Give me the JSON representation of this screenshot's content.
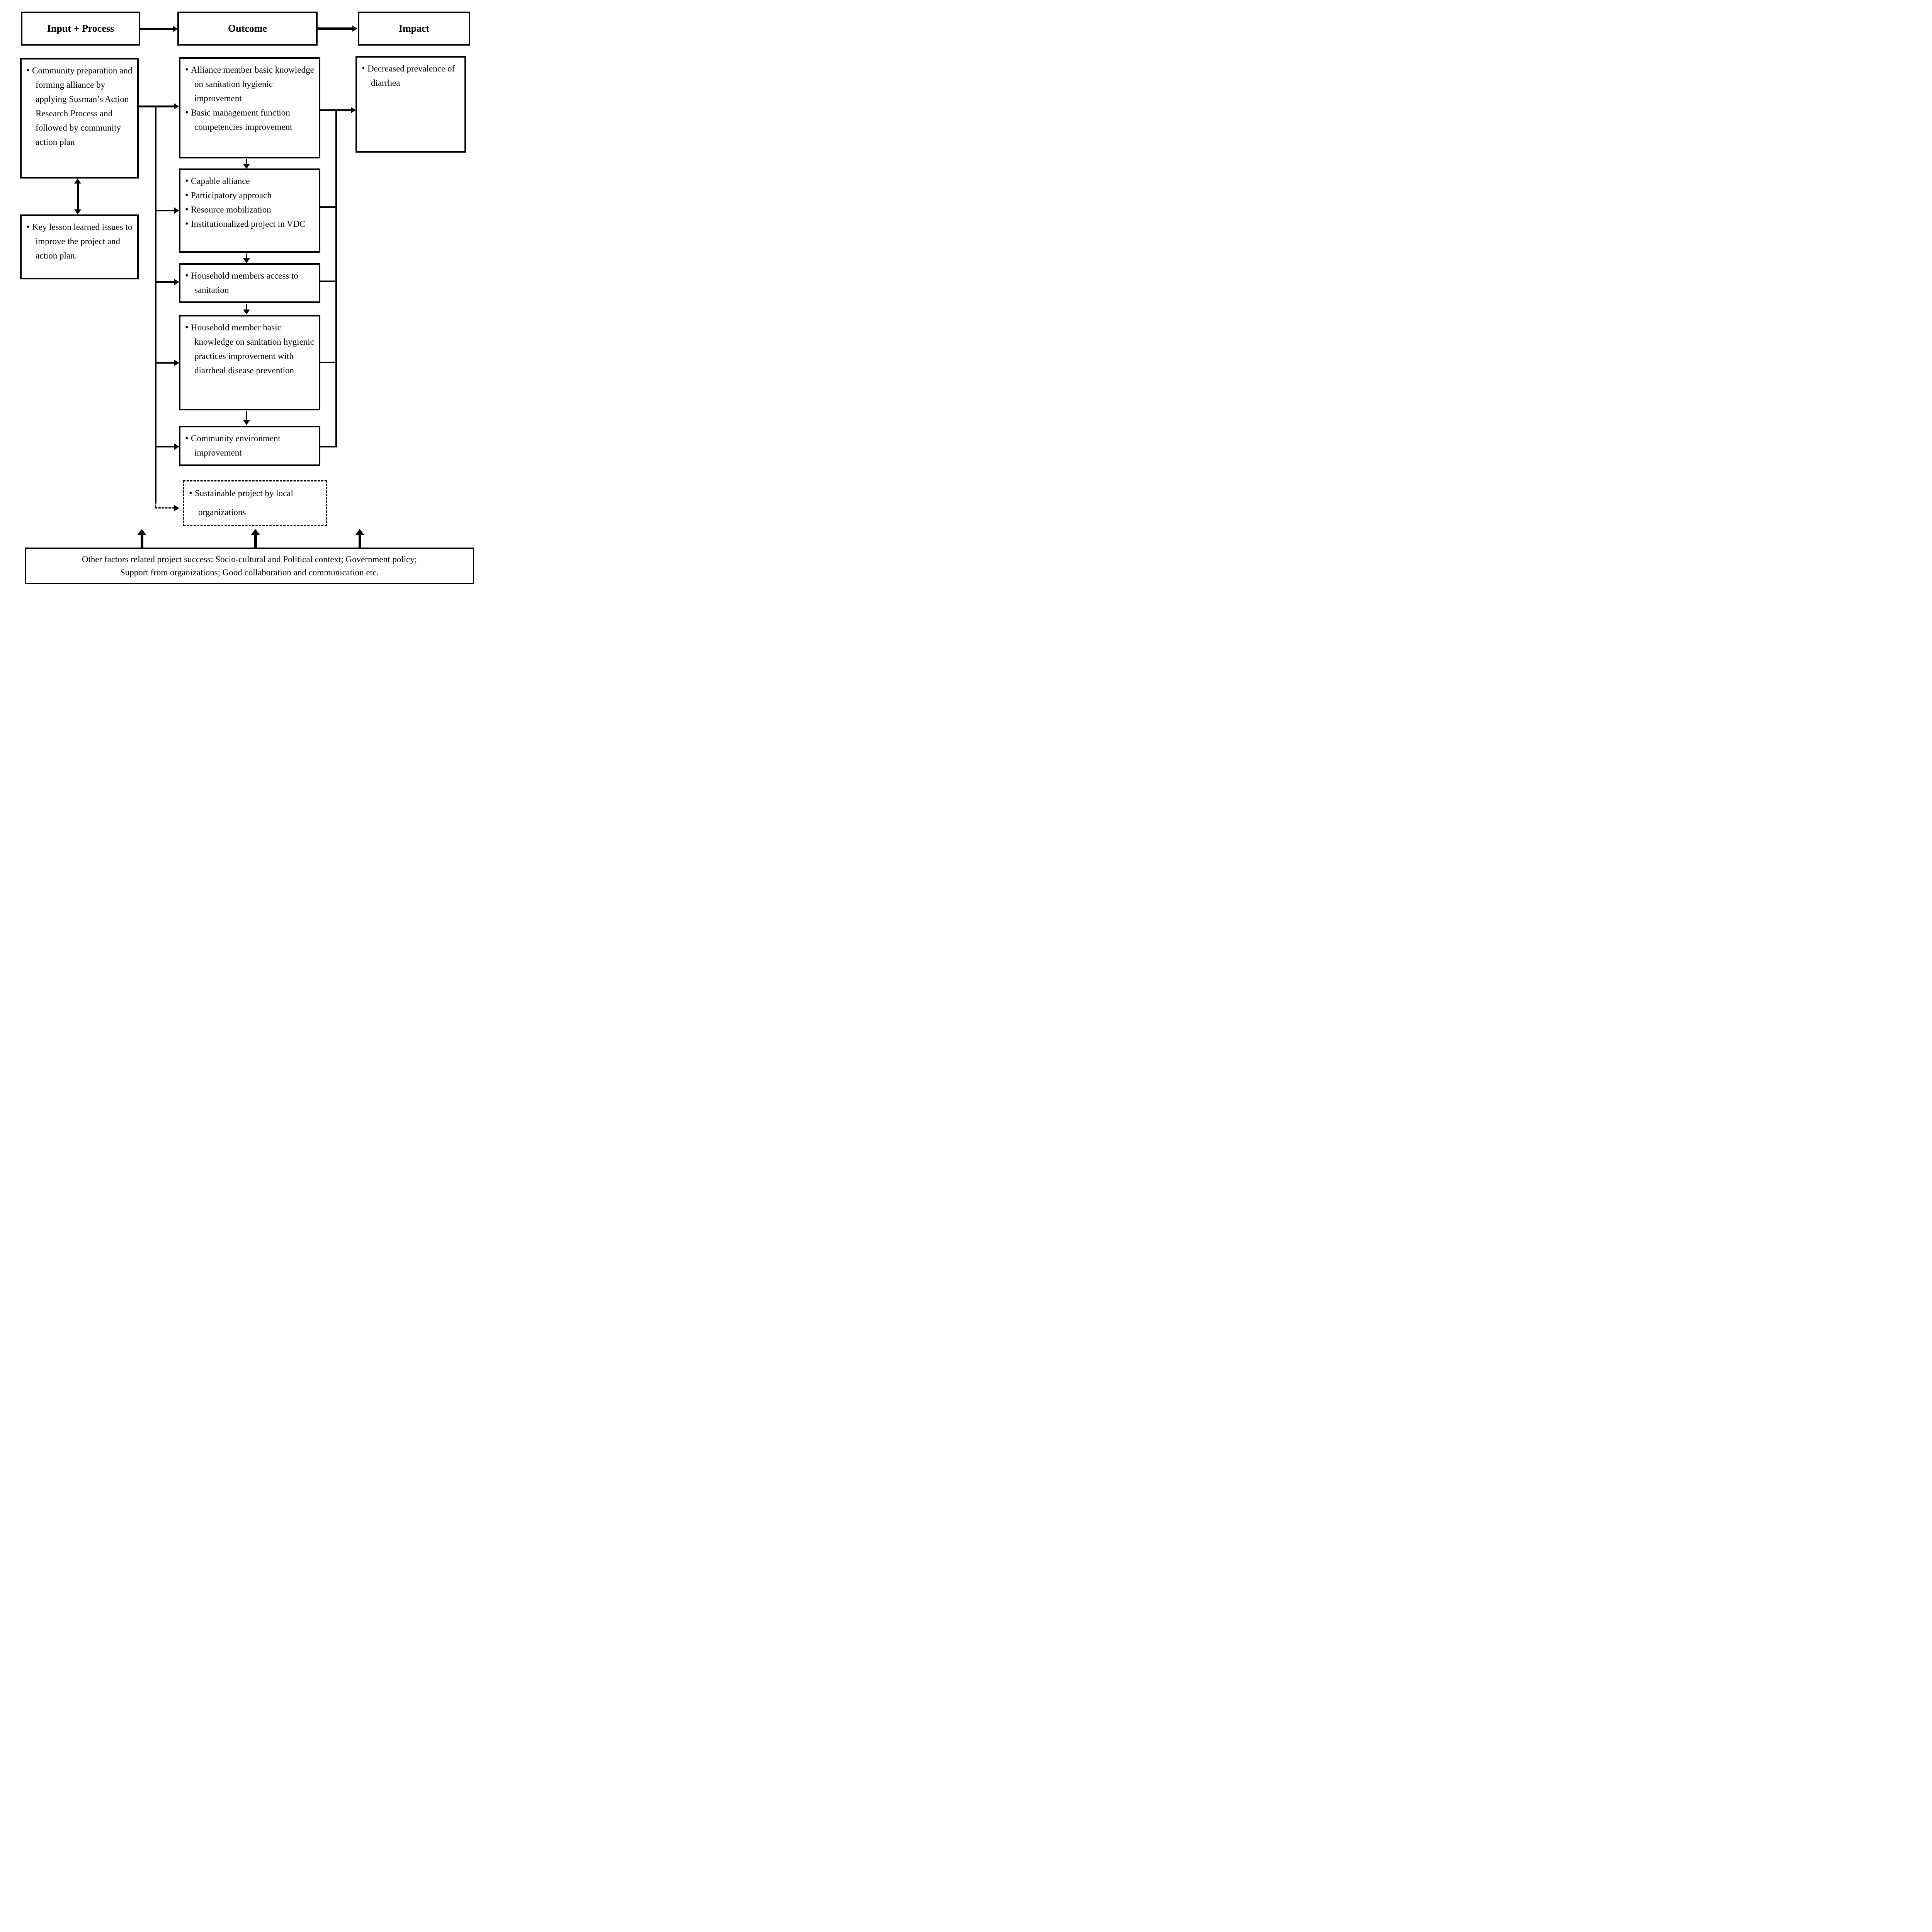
{
  "headers": {
    "input_process": "Input + Process",
    "outcome": "Outcome",
    "impact": "Impact"
  },
  "input_column": {
    "box1": {
      "items": [
        "Community preparation and forming alliance by applying Susman’s Action Research Process and followed by community action plan"
      ]
    },
    "box2": {
      "items": [
        "Key lesson learned issues to improve the project and action plan."
      ]
    }
  },
  "outcome_column": {
    "box1": {
      "items": [
        "Alliance member basic knowledge on sanitation hygienic improvement",
        "Basic management function competencies improvement"
      ]
    },
    "box2": {
      "items": [
        "Capable alliance",
        "Participatory approach",
        "Resource mobilization",
        "Institutionalized project in VDC"
      ]
    },
    "box3": {
      "items": [
        "Household members access to sanitation"
      ]
    },
    "box4": {
      "items": [
        "Household member basic knowledge on sanitation hygienic practices improvement with diarrheal disease prevention"
      ]
    },
    "box5": {
      "items": [
        "Community environment improvement"
      ]
    },
    "box6": {
      "items": [
        "Sustainable project by local organizations"
      ]
    }
  },
  "impact_column": {
    "box1": {
      "items": [
        "Decreased prevalence of diarrhea"
      ]
    }
  },
  "other_factors": {
    "line1": "Other factors related project success: Socio-cultural and Political context; Government policy;",
    "line2": "Support from organizations; Good collaboration and communication etc."
  },
  "colors": {
    "ink": "#000000",
    "background": "#ffffff"
  }
}
